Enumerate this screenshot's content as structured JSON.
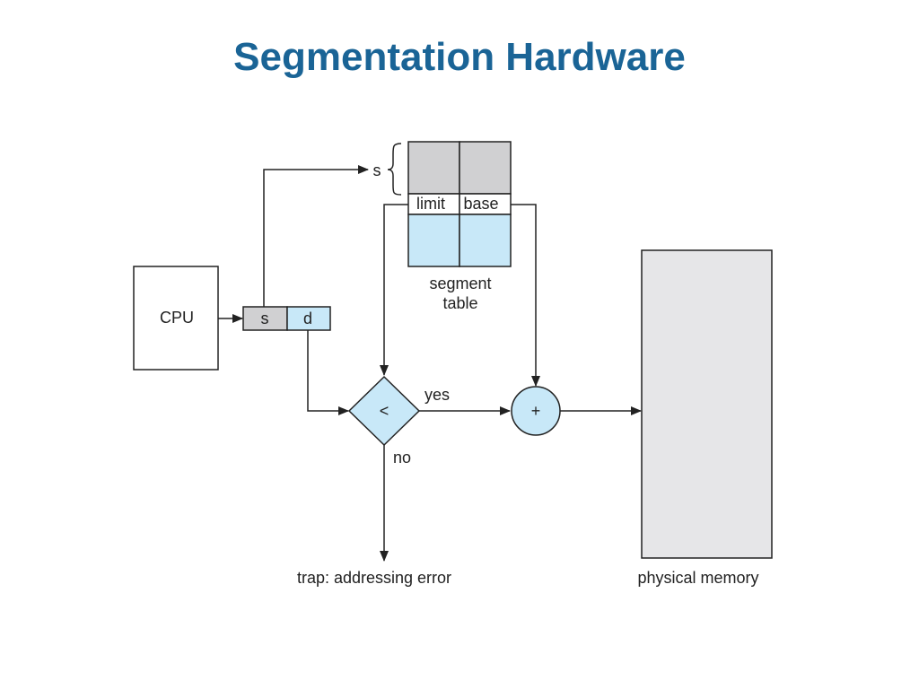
{
  "title": "Segmentation Hardware",
  "diagram": {
    "cpu_label": "CPU",
    "address_s": "s",
    "address_d": "d",
    "segment_selector_label": "s",
    "limit_label": "limit",
    "base_label": "base",
    "segment_table_label_line1": "segment",
    "segment_table_label_line2": "table",
    "comparator_symbol": "<",
    "adder_symbol": "+",
    "yes_label": "yes",
    "no_label": "no",
    "trap_label": "trap: addressing error",
    "memory_label": "physical memory"
  },
  "colors": {
    "title": "#1a6496",
    "gray_fill": "#d0d0d2",
    "blue_fill": "#c8e8f8",
    "memory_fill": "#e6e6e8",
    "line": "#222222"
  }
}
